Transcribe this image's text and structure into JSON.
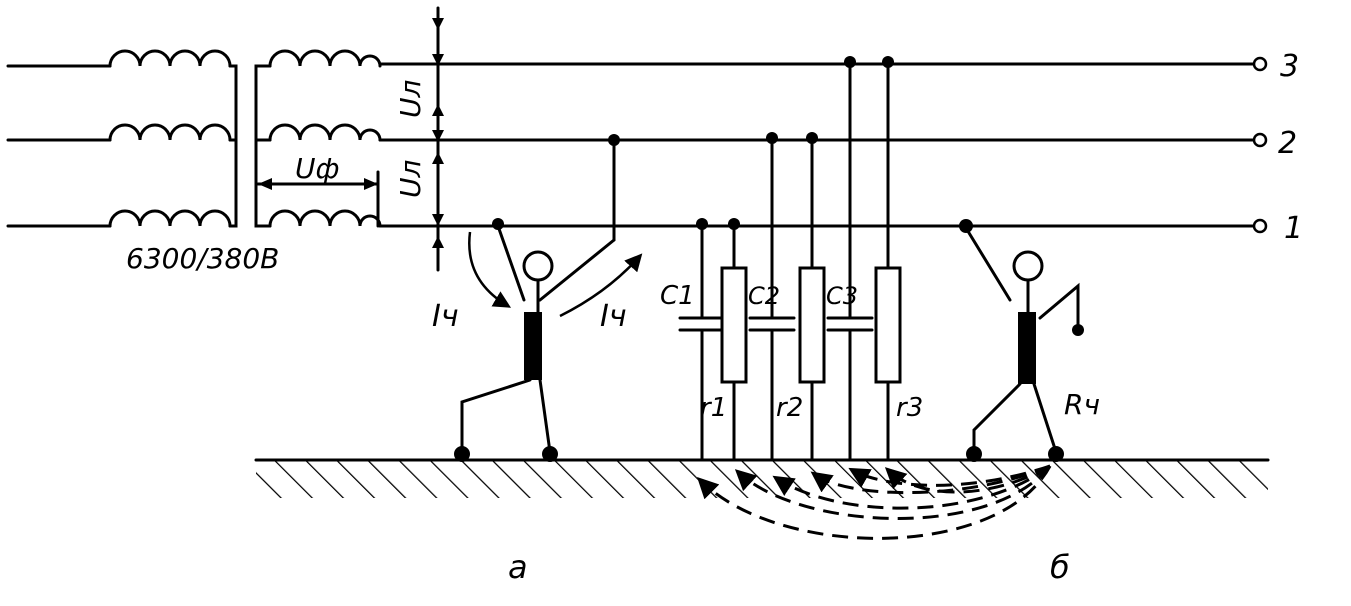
{
  "diagram": {
    "transformer_rating": "6300/380В",
    "phase_voltage_label": "Uф",
    "line_voltage_label": "Uл",
    "current_label": "Iч",
    "body_resistance_label": "Rч",
    "phase_labels": [
      "3",
      "2",
      "1"
    ],
    "capacitor_labels": [
      "C1",
      "C2",
      "C3"
    ],
    "resistor_labels": [
      "r1",
      "r2",
      "r3"
    ],
    "subfigure_labels": [
      "а",
      "б"
    ]
  }
}
